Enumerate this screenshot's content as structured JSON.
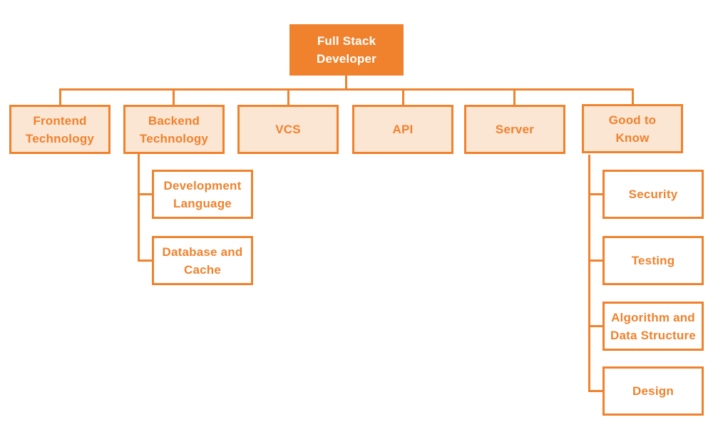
{
  "colors": {
    "orange": "#F0822D",
    "peach_fill": "#FBE5D3",
    "root_text": "#FFFFFF",
    "background": "#FFFFFF"
  },
  "nodes": {
    "root": {
      "label": "Full Stack\nDeveloper"
    },
    "frontend_technology": {
      "label": "Frontend\nTechnology"
    },
    "backend_technology": {
      "label": "Backend\nTechnology"
    },
    "vcs": {
      "label": "VCS"
    },
    "api": {
      "label": "API"
    },
    "server": {
      "label": "Server"
    },
    "good_to_know": {
      "label": "Good to\nKnow"
    },
    "development_language": {
      "label": "Development\nLanguage"
    },
    "database_and_cache": {
      "label": "Database and\nCache"
    },
    "security": {
      "label": "Security"
    },
    "testing": {
      "label": "Testing"
    },
    "algorithm_and_data_structure": {
      "label": "Algorithm and\nData Structure"
    },
    "design": {
      "label": "Design"
    }
  },
  "hierarchy": {
    "Full Stack Developer": [
      "Frontend Technology",
      "Backend Technology",
      "VCS",
      "API",
      "Server",
      "Good to Know"
    ],
    "Backend Technology": [
      "Development Language",
      "Database and Cache"
    ],
    "Good to Know": [
      "Security",
      "Testing",
      "Algorithm and Data Structure",
      "Design"
    ]
  }
}
